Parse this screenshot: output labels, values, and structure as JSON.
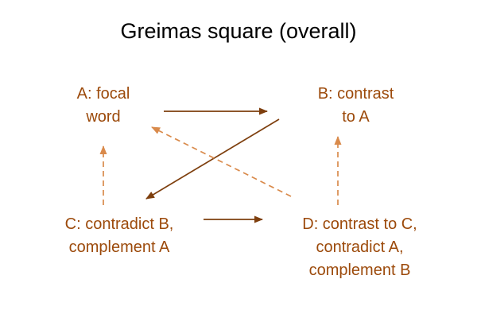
{
  "title": "Greimas square (overall)",
  "colors": {
    "background": "#ffffff",
    "title_text": "#000000",
    "node_text": "#9C4A0B",
    "solid_arrow": "#7E3F0E",
    "dashed_arrow": "#D98A4B"
  },
  "nodes": {
    "a": {
      "label": "A: focal\nword"
    },
    "b": {
      "label": "B: contrast\nto A"
    },
    "c": {
      "label": "C: contradict B,\ncomplement A"
    },
    "d": {
      "label": "D: contrast to C,\ncontradict A,\ncomplement B"
    }
  },
  "arrows": [
    {
      "id": "a-to-b",
      "from": "A",
      "to": "B",
      "style": "solid",
      "relation": "contrast"
    },
    {
      "id": "c-to-d",
      "from": "C",
      "to": "D",
      "style": "solid",
      "relation": "contrast"
    },
    {
      "id": "b-to-c",
      "from": "B",
      "to": "C",
      "style": "solid",
      "relation": "contradiction"
    },
    {
      "id": "d-to-a",
      "from": "D",
      "to": "A",
      "style": "dashed",
      "relation": "contradiction"
    },
    {
      "id": "c-to-a",
      "from": "C",
      "to": "A",
      "style": "dashed",
      "relation": "complement"
    },
    {
      "id": "d-to-b",
      "from": "D",
      "to": "B",
      "style": "dashed",
      "relation": "complement"
    }
  ]
}
